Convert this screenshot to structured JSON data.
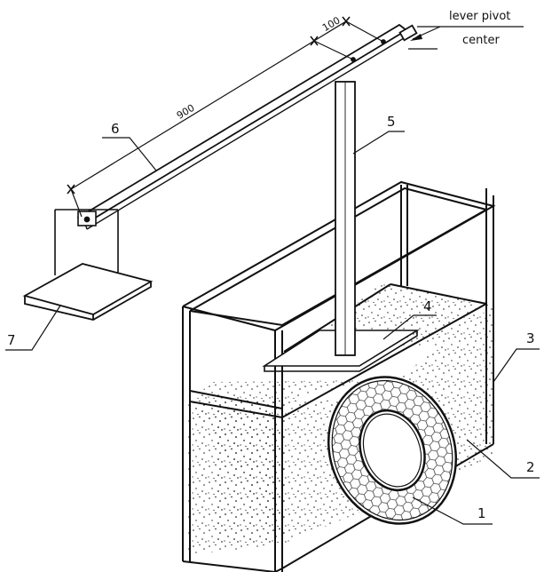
{
  "figure": {
    "annotation": {
      "line1": "lever pivot",
      "line2": "center"
    },
    "dimensions": {
      "short_arm": "100",
      "long_arm": "900"
    },
    "part_numbers": {
      "p1": "1",
      "p2": "2",
      "p3": "3",
      "p4": "4",
      "p5": "5",
      "p6": "6",
      "p7": "7"
    }
  },
  "colors": {
    "ink": "#111111",
    "background": "#ffffff"
  }
}
